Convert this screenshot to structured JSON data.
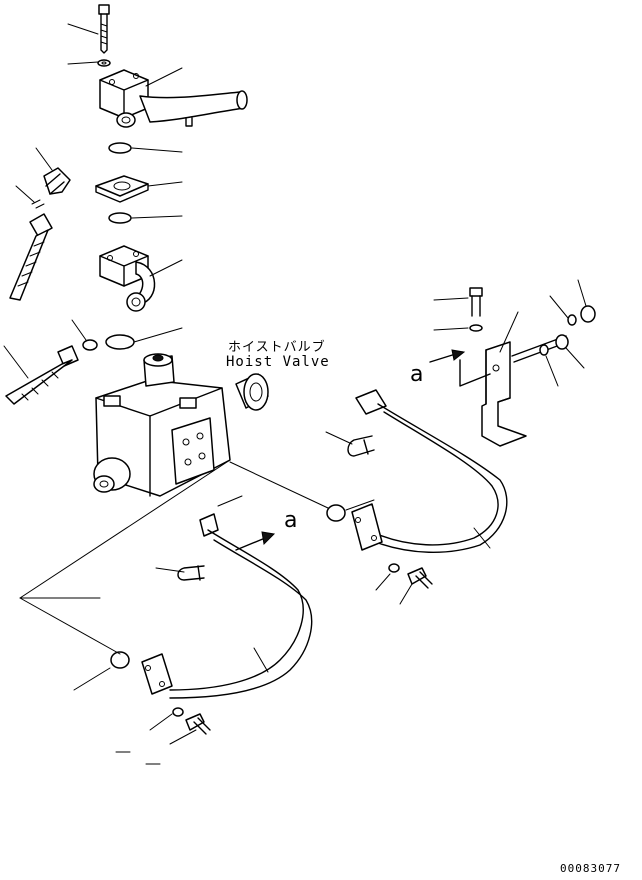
{
  "labels": {
    "valve_name_jp": "ホイストバルブ",
    "valve_name_en": "Hoist Valve",
    "view_marker_1": "a",
    "view_marker_2": "a",
    "drawing_number": "00083077"
  },
  "colors": {
    "line": "#000000",
    "background": "#ffffff"
  }
}
